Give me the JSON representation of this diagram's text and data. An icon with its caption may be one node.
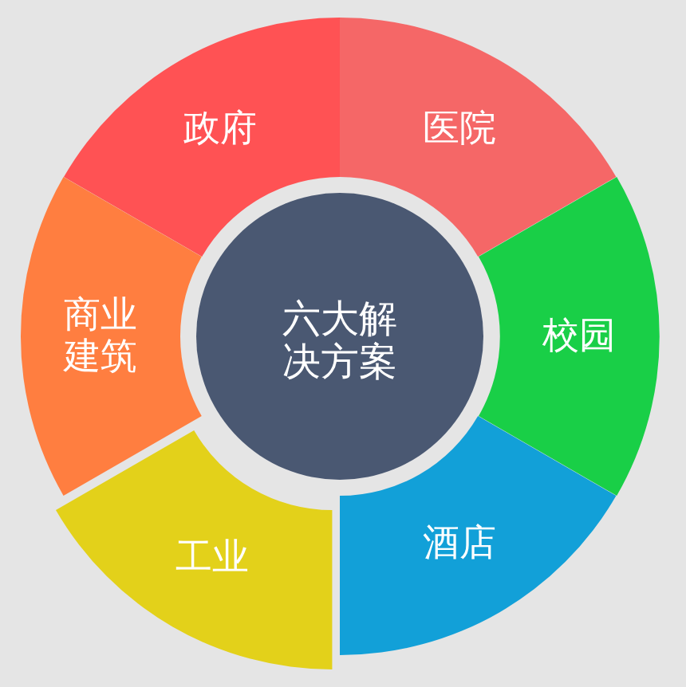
{
  "diagram": {
    "nodes": [
      {
        "text": [
          "六大解决方案"
        ]
      },
      {
        "text": [
          "政府"
        ]
      },
      {
        "text": [
          "医院"
        ]
      },
      {
        "text": [
          "校园"
        ]
      },
      {
        "text": [
          "酒店"
        ]
      },
      {
        "text": [
          "工业"
        ]
      },
      {
        "text": [
          "商业建筑"
        ]
      }
    ]
  }
}
